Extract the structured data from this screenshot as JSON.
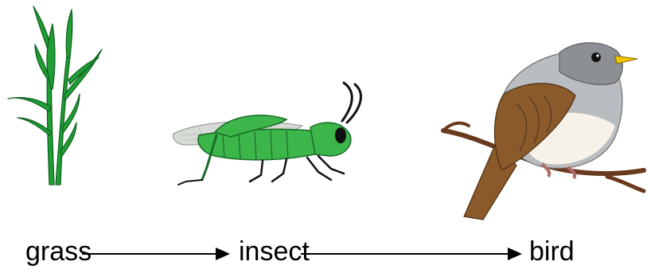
{
  "food_chain": {
    "organisms": [
      {
        "label": "grass",
        "icon": "grass-icon"
      },
      {
        "label": "insect",
        "icon": "grasshopper-icon"
      },
      {
        "label": "bird",
        "icon": "bird-on-branch-icon"
      }
    ],
    "arrows": [
      {
        "from": "grass",
        "to": "insect"
      },
      {
        "from": "insect",
        "to": "bird"
      }
    ]
  },
  "colors": {
    "grass": "#1f9e34",
    "grass_dark": "#0c5e1d",
    "insect_body": "#3cb54a",
    "insect_dark": "#1a6b26",
    "bird_brown": "#8a5a2b",
    "bird_gray": "#b9bcc0",
    "bird_belly": "#f7f2e8",
    "branch": "#6a3a1e",
    "beak": "#f2c500",
    "arrow": "#000000",
    "text": "#000000"
  }
}
